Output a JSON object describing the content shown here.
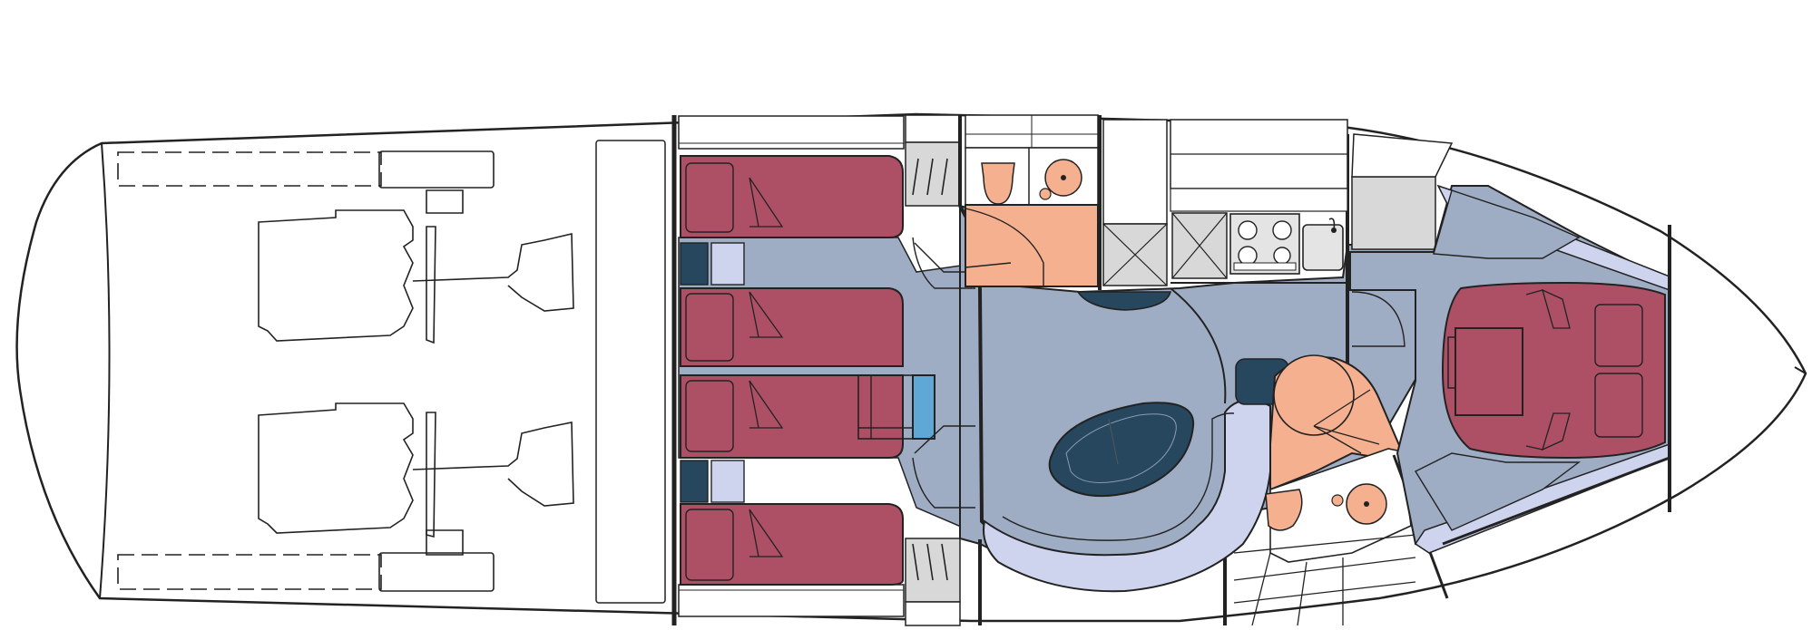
{
  "diagram": {
    "kind": "boat-deck-plan",
    "text_labels": [],
    "colors": {
      "outline": "#222222",
      "bunk": "#ad5066",
      "floor": "#9fadc4",
      "head": "#f5b08f",
      "navy": "#27475e",
      "seat_light": "#cfd4ee",
      "blue_step": "#5fa7d4",
      "hatch": "#d8d8d8"
    },
    "zones": [
      {
        "id": "engine-room",
        "label": ""
      },
      {
        "id": "aft-cabin-bunks",
        "label": ""
      },
      {
        "id": "forward-head",
        "label": ""
      },
      {
        "id": "galley",
        "label": ""
      },
      {
        "id": "saloon-dinette",
        "label": ""
      },
      {
        "id": "day-head",
        "label": ""
      },
      {
        "id": "forward-master-cabin",
        "label": ""
      }
    ]
  }
}
